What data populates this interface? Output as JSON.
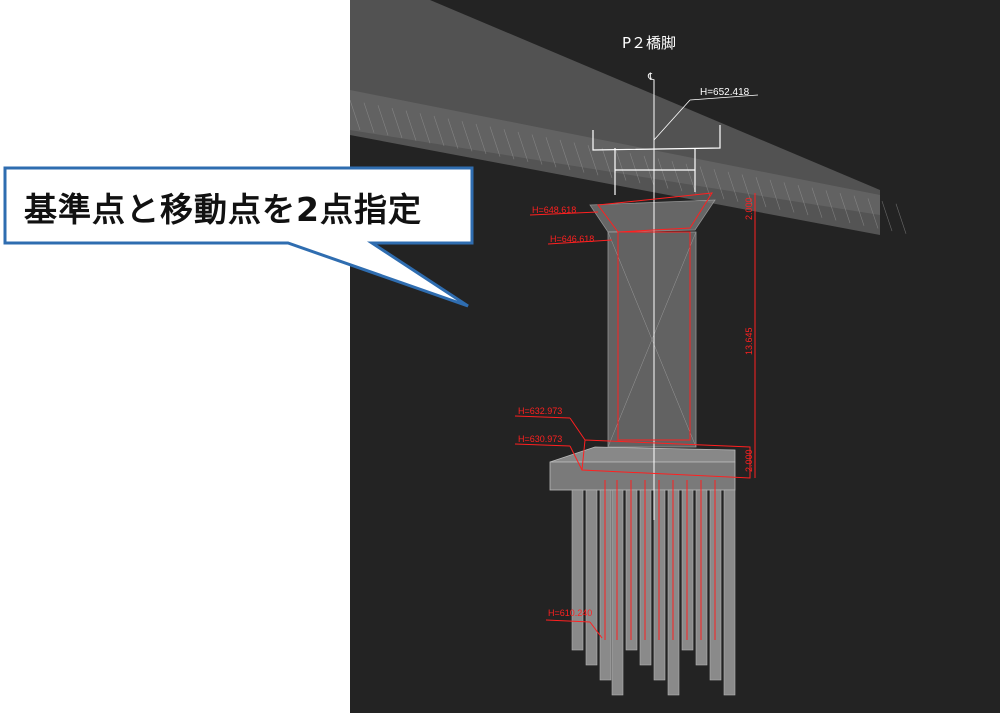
{
  "callout": {
    "text": "基準点と移動点を2点指定"
  },
  "viewer": {
    "pier_title": "P２橋脚",
    "centerline_symbol": "℄",
    "labels": {
      "top_elev": "H=652.418",
      "coping_top": "H=648.618",
      "coping_bottom": "H=646.618",
      "column_bottom": "H=632.973",
      "footing_bottom": "H=630.973",
      "pile_tip": "H=610.240",
      "dim_coping": "2.000",
      "dim_column": "13.645",
      "dim_footing": "2.000"
    },
    "colors": {
      "background": "#232323",
      "dimension": "#ff2020",
      "callout_border": "#2f6db0"
    }
  }
}
